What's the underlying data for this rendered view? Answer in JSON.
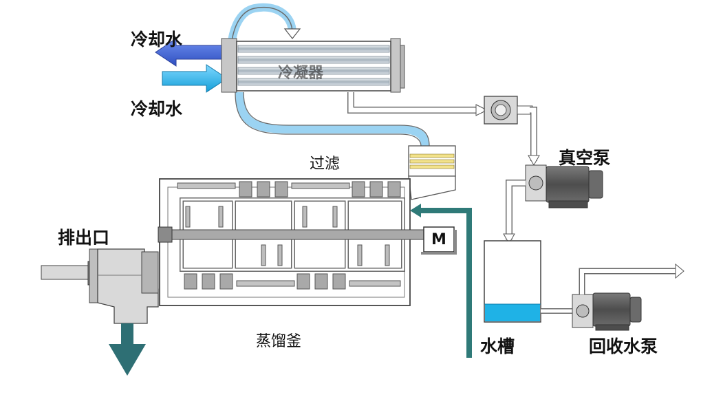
{
  "labels": {
    "cooling_water_out": "冷却水",
    "cooling_water_in": "冷却水",
    "condenser": "冷凝器",
    "vacuum_pump": "真空泵",
    "filter": "过滤",
    "discharge_outlet": "排出口",
    "motor": "M",
    "water_tank": "水槽",
    "recovery_pump": "回收水泵",
    "still": "蒸馏釜"
  },
  "colors": {
    "cooling_out": "#3a5fd0",
    "cooling_in": "#2ab0ea",
    "pipe_outline": "#6b6b6b",
    "steel": "#a9a9a9",
    "steel_light": "#d6d6d6",
    "motor_gray": "#5c5c5c",
    "water": "#1fb2e6",
    "feed_pipe": "#2f7a78",
    "discharge_arrow": "#2e6f74",
    "filter_yellow": "#f2e28a"
  },
  "icons": {
    "still_vessel": "distillation-still",
    "condenser": "shell-tube-condenser",
    "vacuum_pump": "pump-motor",
    "recovery_pump": "pump-motor",
    "water_tank": "tank"
  }
}
